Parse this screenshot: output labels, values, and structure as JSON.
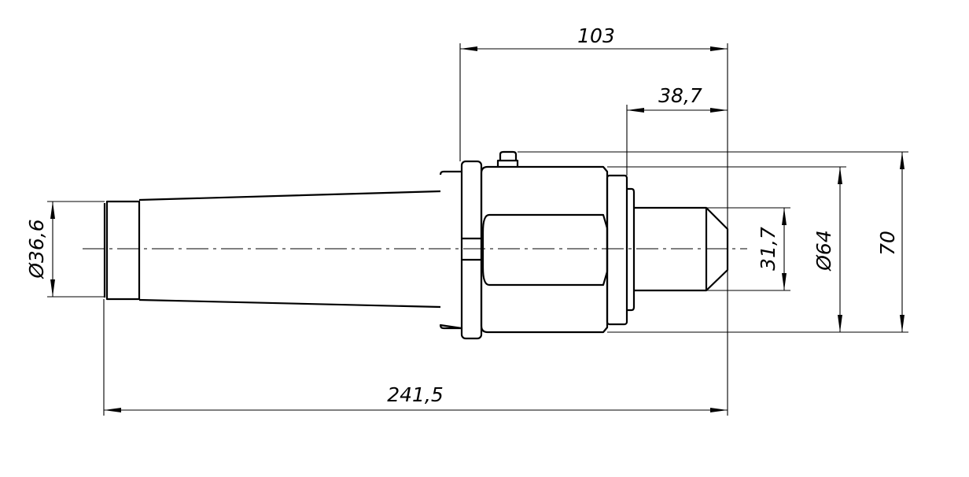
{
  "drawing": {
    "type": "technical drawing of live center (tool holder)",
    "dimensions": {
      "length_103": "103",
      "length_38_7": "38,7",
      "overall_length": "241,5",
      "shank_diameter": "Ø36,6",
      "tip_diameter": "31,7",
      "body_diameter": "Ø64",
      "overall_height": "70"
    }
  }
}
